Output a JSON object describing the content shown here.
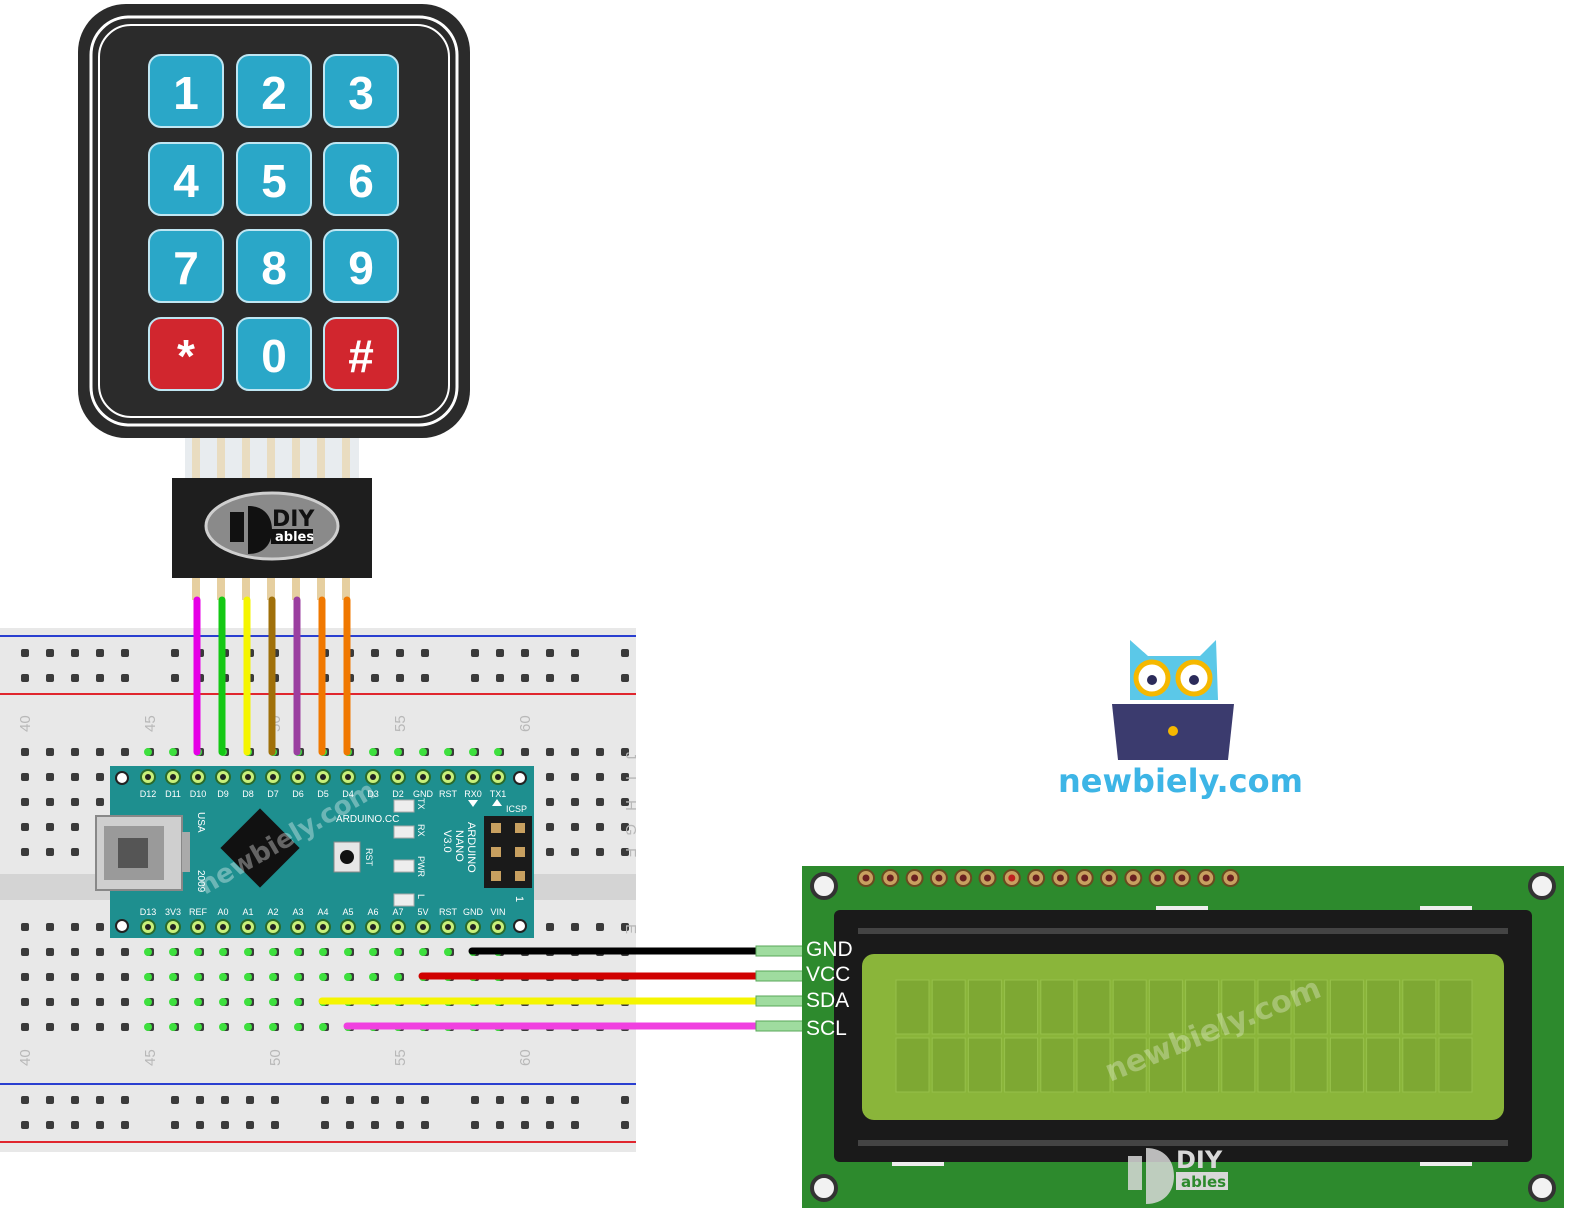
{
  "keypad": {
    "keys": [
      "1",
      "2",
      "3",
      "4",
      "5",
      "6",
      "7",
      "8",
      "9",
      "*",
      "0",
      "#"
    ],
    "key_color": "#2aa7c8",
    "special_key_color": "#d1262e",
    "body_color": "#2b2b2b"
  },
  "connector": {
    "logo_text_top": "DIY",
    "logo_text_bottom": "ables",
    "wire_colors": [
      "#e600e6",
      "#14c814",
      "#f5f500",
      "#a0700a",
      "#9b3fa0",
      "#f07800",
      "#f07800"
    ]
  },
  "breadboard": {
    "top_numbers": [
      "40",
      "45",
      "50",
      "55",
      "60"
    ],
    "bottom_numbers": [
      "40",
      "45",
      "50",
      "55",
      "60"
    ],
    "row_letters_top": [
      "J",
      "I",
      "H",
      "G",
      "F"
    ],
    "row_letters_bottom": [
      "E"
    ],
    "rail_red": "#e0262e",
    "rail_blue": "#2a3fd0"
  },
  "arduino": {
    "color": "#1e8f8f",
    "top_pins": [
      "D12",
      "D11",
      "D10",
      "D9",
      "D8",
      "D7",
      "D6",
      "D5",
      "D4",
      "D3",
      "D2",
      "GND",
      "RST",
      "RX0",
      "TX1"
    ],
    "bottom_pins": [
      "D13",
      "3V3",
      "REF",
      "A0",
      "A1",
      "A2",
      "A3",
      "A4",
      "A5",
      "A6",
      "A7",
      "5V",
      "RST",
      "GND",
      "VIN"
    ],
    "board_text": [
      "ARDUINO",
      "NANO",
      "V3.0"
    ],
    "site_text": "ARDUINO.CC",
    "leds": [
      "TX",
      "RX",
      "PWR",
      "L"
    ],
    "icsp_label": "ICSP",
    "usa_label": "USA",
    "year_label": "2009",
    "rst_label": "RST",
    "pin1_label": "1",
    "watermark": "newbiely.com"
  },
  "lcd": {
    "pins": [
      "GND",
      "VCC",
      "SDA",
      "SCL"
    ],
    "wire_colors": [
      "#000000",
      "#d00000",
      "#f5f500",
      "#f040e0"
    ],
    "board_color": "#2d8a2d",
    "screen_color": "#8ab53a",
    "watermark": "newbiely.com",
    "logo_text_top": "DIY",
    "logo_text_bottom": "ables"
  },
  "brand": {
    "site": "newbiely.com",
    "site_color": "#3db5e6"
  }
}
